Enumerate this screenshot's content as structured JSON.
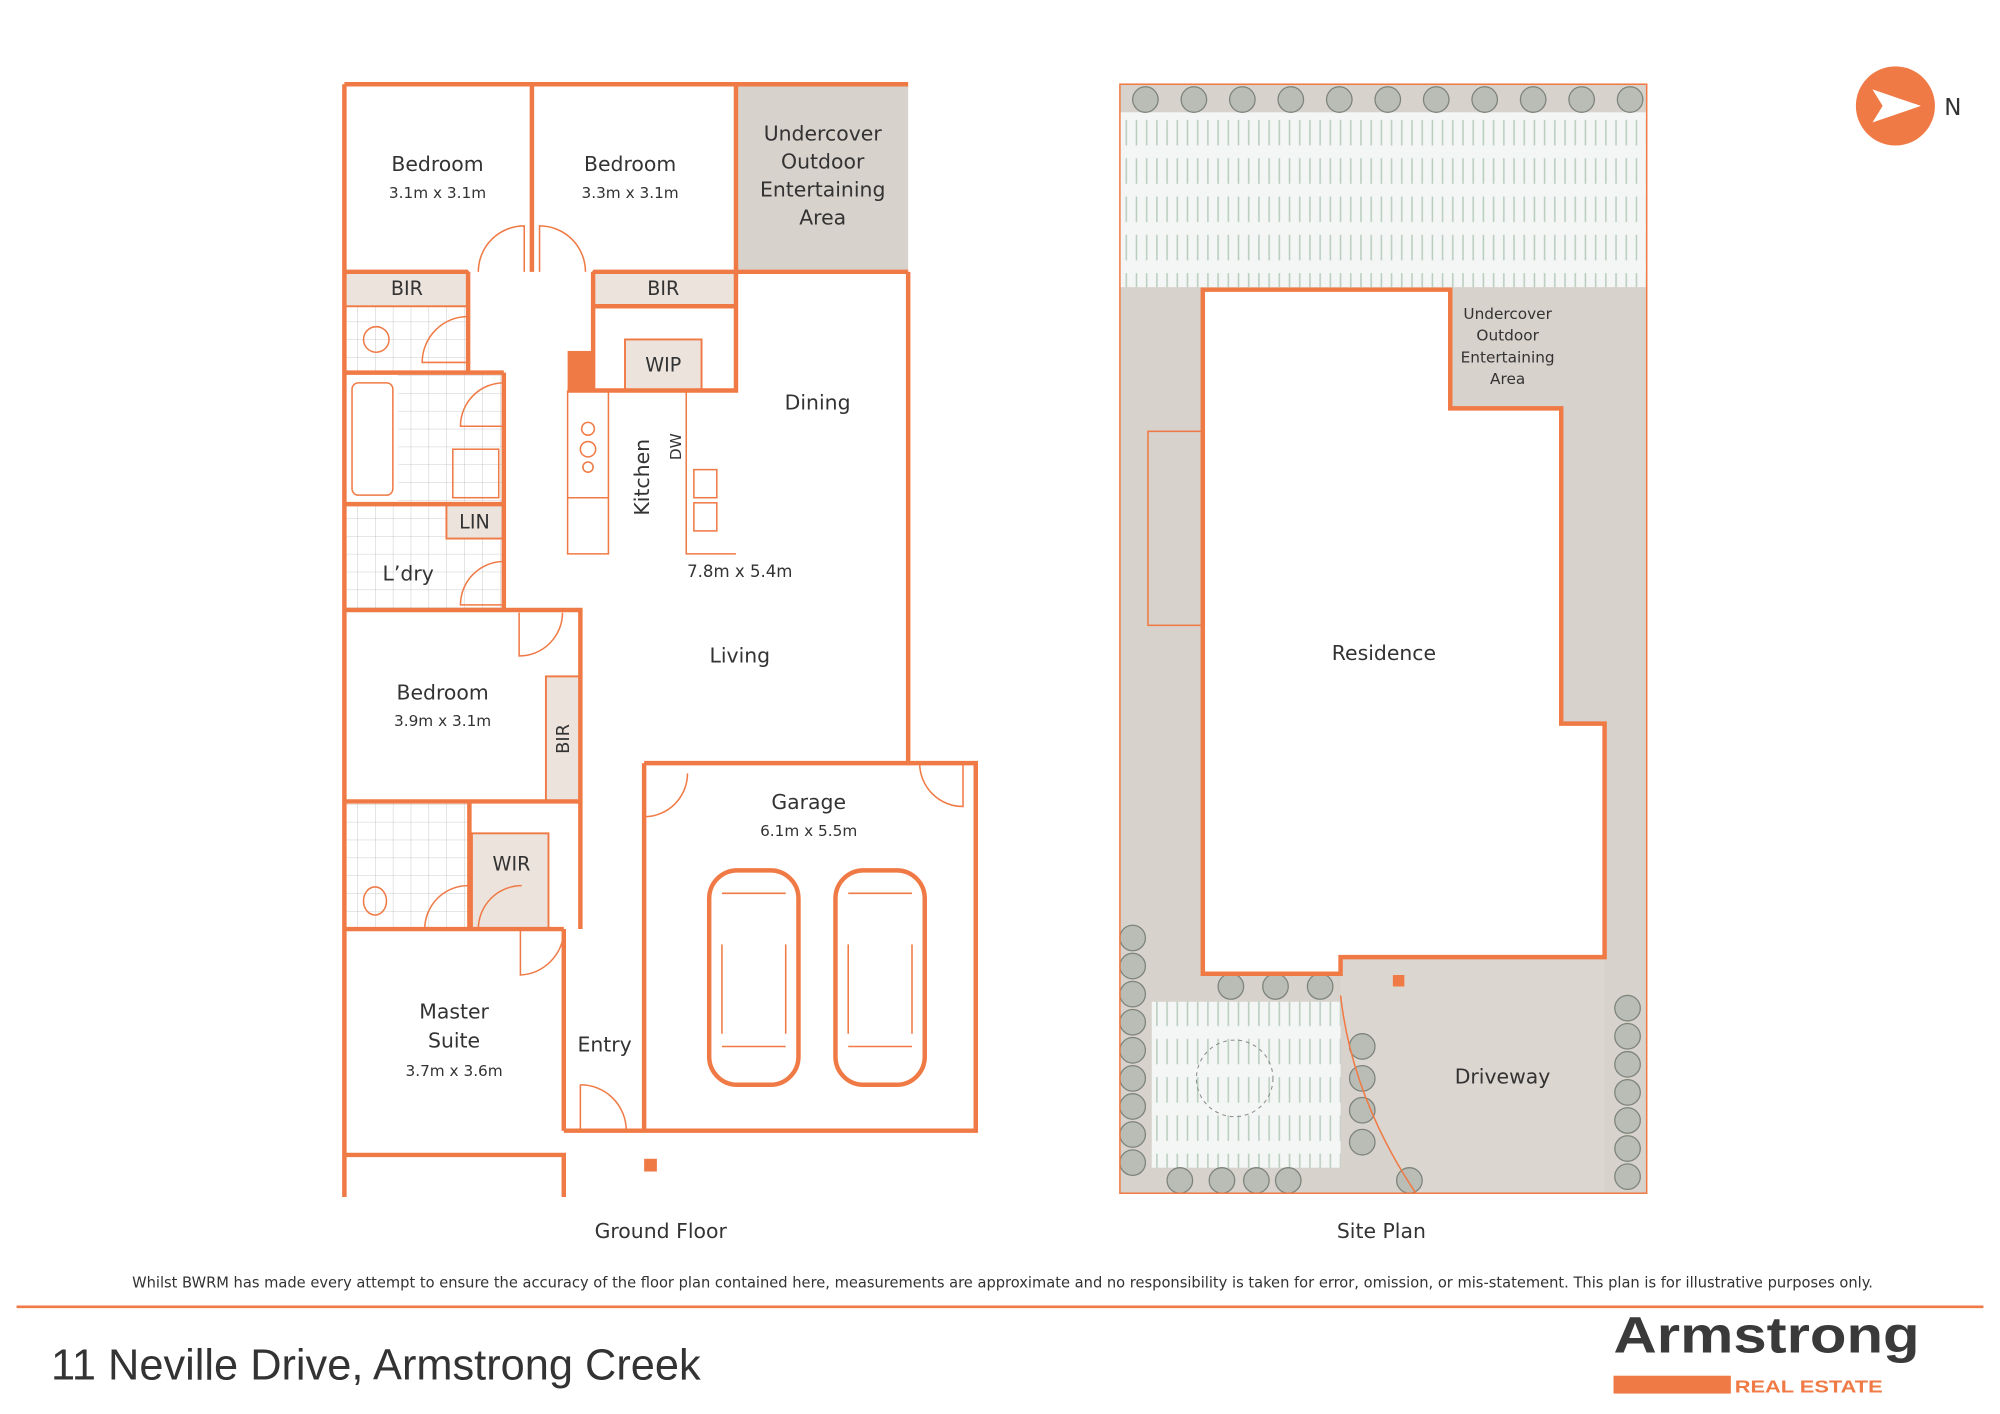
{
  "floor_plan": {
    "title": "Ground Floor",
    "rooms": {
      "bedroom1": {
        "name": "Bedroom",
        "size": "3.1m x 3.1m"
      },
      "bedroom2": {
        "name": "Bedroom",
        "size": "3.3m x 3.1m"
      },
      "bedroom3": {
        "name": "Bedroom",
        "size": "3.9m x 3.1m"
      },
      "outdoor": [
        "Undercover",
        "Outdoor",
        "Entertaining",
        "Area"
      ],
      "bir": "BIR",
      "wip": "WIP",
      "wir": "WIR",
      "lin": "LIN",
      "laundry": "L’dry",
      "kitchen": "Kitchen",
      "dw": "DW",
      "dining": "Dining",
      "living": "Living",
      "living_size": "7.8m x 5.4m",
      "garage": {
        "name": "Garage",
        "size": "6.1m x 5.5m"
      },
      "master": {
        "name1": "Master",
        "name2": "Suite",
        "size": "3.7m x 3.6m"
      },
      "entry": "Entry"
    }
  },
  "site_plan": {
    "title": "Site Plan",
    "outdoor": [
      "Undercover",
      "Outdoor",
      "Entertaining",
      "Area"
    ],
    "residence": "Residence",
    "driveway": "Driveway"
  },
  "north": {
    "label": "N"
  },
  "disclaimer": "Whilst BWRM  has made every attempt to ensure the accuracy of the floor plan contained here, measurements are approximate and no responsibility is taken for error, omission, or mis-statement. This plan is for illustrative purposes only.",
  "address": "11 Neville Drive, Armstrong Creek",
  "logo": {
    "name": "Armstrong",
    "tagline": "REAL ESTATE"
  },
  "colors": {
    "accent": "#f07a45",
    "text": "#333333",
    "texture": "#d8d2cc",
    "grass": "#dfe8e2"
  }
}
